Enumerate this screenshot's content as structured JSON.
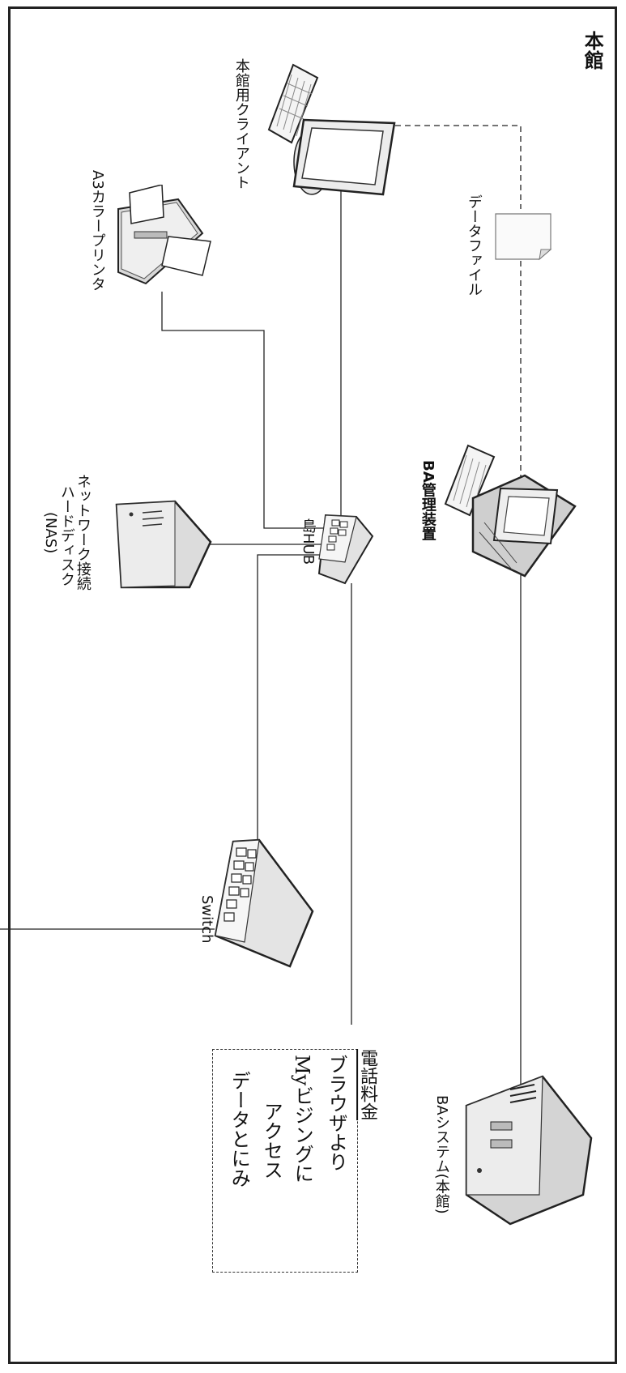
{
  "building": "本館",
  "labels": {
    "client": "本館用クライアント",
    "data_file": "データファイル",
    "printer": "A3カラープリンタ",
    "ba_terminal": "BA管理装置",
    "nas_line1": "ネットワーク接続",
    "nas_line2": "ハードディスク",
    "nas_line3": "(NAS)",
    "hub": "島HUB",
    "switch": "Switch",
    "ba_system": "BAシステム(本館)"
  },
  "note": {
    "title": "電話料金",
    "line1": "ブラウザより",
    "line2": "Myビジングに",
    "line3": "アクセス",
    "line4": "データとにみ"
  }
}
